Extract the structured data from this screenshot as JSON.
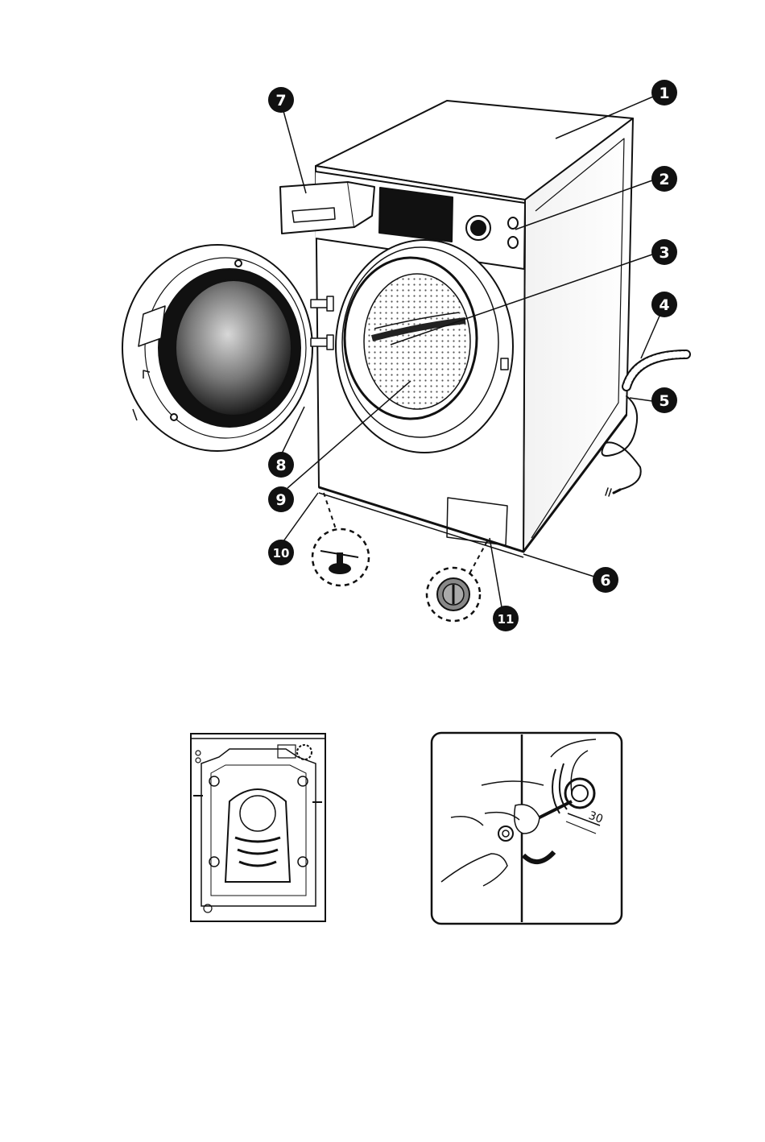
{
  "callouts": [
    {
      "id": "c1",
      "label": "1"
    },
    {
      "id": "c2",
      "label": "2"
    },
    {
      "id": "c3",
      "label": "3"
    },
    {
      "id": "c4",
      "label": "4"
    },
    {
      "id": "c5",
      "label": "5"
    },
    {
      "id": "c6",
      "label": "6"
    },
    {
      "id": "c7",
      "label": "7"
    },
    {
      "id": "c8",
      "label": "8"
    },
    {
      "id": "c9",
      "label": "9"
    },
    {
      "id": "c10",
      "label": "10"
    },
    {
      "id": "c11",
      "label": "11"
    }
  ],
  "detail_dimension": {
    "label": "30"
  },
  "colors": {
    "line": "#111111",
    "callout_fill": "#111111",
    "drum_dark": "#1a1a1a"
  }
}
